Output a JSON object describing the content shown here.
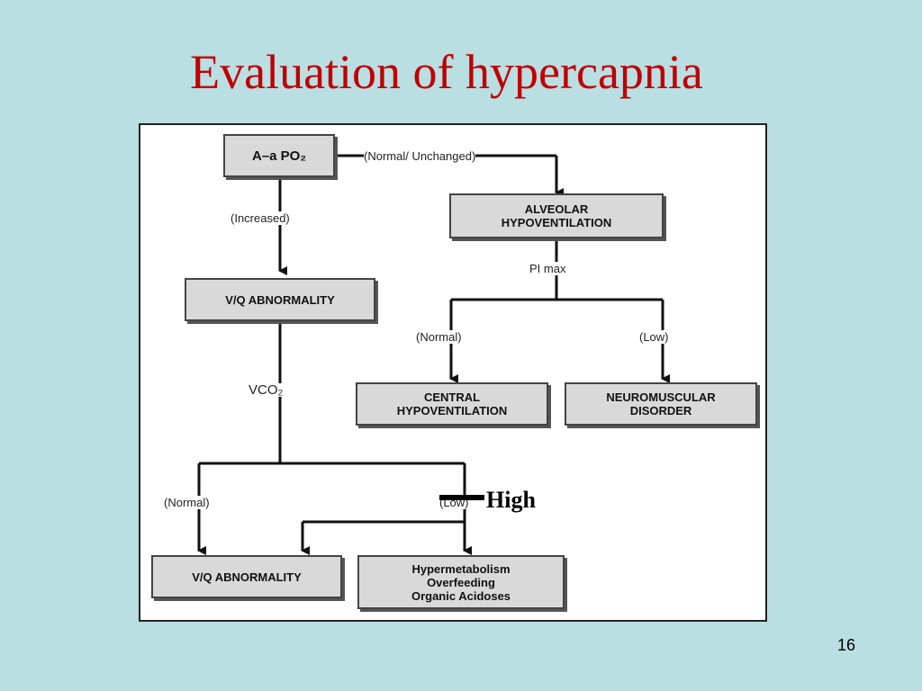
{
  "title": "Evaluation of hypercapnia",
  "page_number": "16",
  "high_label": "High",
  "nodes": {
    "aa_po2": "A–a PO₂",
    "alveolar": "ALVEOLAR\nHYPOVENTILATION",
    "vq_top": "V/Q ABNORMALITY",
    "central": "CENTRAL\nHYPOVENTILATION",
    "neuromuscular": "NEUROMUSCULAR\nDISORDER",
    "vq_bottom": "V/Q ABNORMALITY",
    "hypermetabolism": "Hypermetabolism\nOverfeeding\nOrganic Acidoses"
  },
  "edges": {
    "normal_unchanged": "(Normal/ Unchanged)",
    "increased": "(Increased)",
    "pi_max": "PI max",
    "normal_left": "(Normal)",
    "low_right": "(Low)",
    "vco2": "VCO₂",
    "normal_bottom": "(Normal)",
    "low_bottom": "(Low)"
  }
}
